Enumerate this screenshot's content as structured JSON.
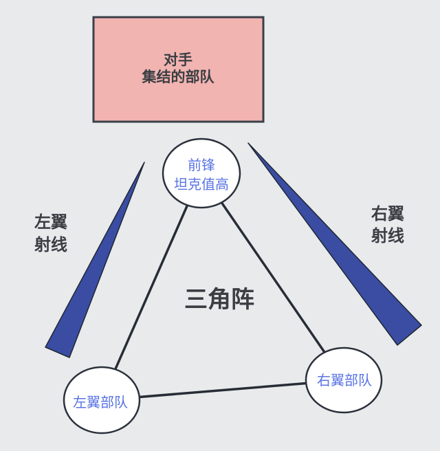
{
  "colors": {
    "background": "#e8eaec",
    "enemy_box_fill": "#f2b4b1",
    "enemy_box_border": "#3a3f48",
    "node_fill": "#ffffff",
    "connector": "#272d36",
    "ray_fill": "#3a4da3",
    "node_text": "#5873e4",
    "label_text": "#3a3e43"
  },
  "enemy_box": {
    "line1": "对手",
    "line2": "集结的部队"
  },
  "nodes": {
    "vanguard": {
      "line1": "前锋",
      "line2": "坦克值高"
    },
    "left_wing": "左翼部队",
    "right_wing": "右翼部队"
  },
  "ray_labels": {
    "left": {
      "line1": "左翼",
      "line2": "射线"
    },
    "right": {
      "line1": "右翼",
      "line2": "射线"
    }
  },
  "formation_label": "三角阵"
}
